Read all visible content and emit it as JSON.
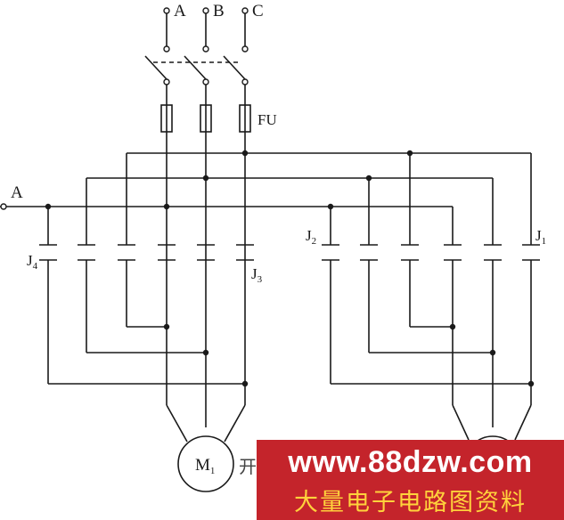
{
  "labels": {
    "phase_a": "A",
    "phase_b": "B",
    "phase_c": "C",
    "fuse": "FU",
    "control_input": "A",
    "contactor_j1": "J",
    "contactor_j1_sub": "1",
    "contactor_j2": "J",
    "contactor_j2_sub": "2",
    "contactor_j3": "J",
    "contactor_j3_sub": "3",
    "contactor_j4": "J",
    "contactor_j4_sub": "4",
    "motor_m1": "M",
    "motor_m1_sub": "1"
  },
  "caption_fragment": "开",
  "watermark": {
    "url": "www.88dzw.com",
    "subtitle": "大量电子电路图资料"
  },
  "colors": {
    "wire": "#1a1a1a",
    "watermark_bg": "#c4242b",
    "watermark_text": "#ffffff",
    "watermark_subtext": "#ffd23c"
  }
}
